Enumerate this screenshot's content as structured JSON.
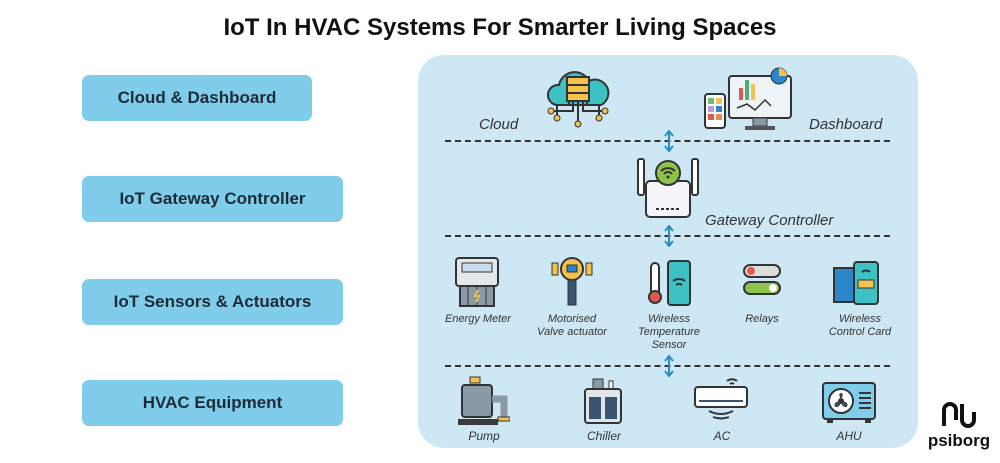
{
  "title": "IoT In HVAC Systems For Smarter Living Spaces",
  "layers": [
    "Cloud & Dashboard",
    "IoT Gateway Controller",
    "IoT Sensors & Actuators",
    "HVAC Equipment"
  ],
  "cloud_label": "Cloud",
  "dashboard_label": "Dashboard",
  "gateway_label": "Gateway Controller",
  "sensors": [
    "Energy Meter",
    "Motorised Valve actuator",
    "Wireless Temperature Sensor",
    "Relays",
    "Wireless Control Card"
  ],
  "equipment": [
    "Pump",
    "Chiller",
    "AC",
    "AHU"
  ],
  "brand": "psiborg",
  "colors": {
    "layer": "#7fcdeb",
    "panel": "#cde8f4"
  }
}
